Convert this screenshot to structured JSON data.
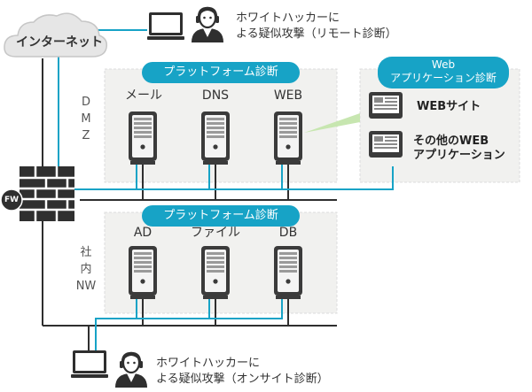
{
  "cloud": {
    "label": "インターネット"
  },
  "fw": {
    "label": "FW"
  },
  "zones": {
    "dmz": {
      "label_lines": [
        "D",
        "M",
        "Z"
      ]
    },
    "internal": {
      "label_lines": [
        "社",
        "内",
        "NW"
      ]
    }
  },
  "platform_diag": {
    "label": "プラットフォーム診断"
  },
  "dmz_servers": [
    "メール",
    "DNS",
    "WEB"
  ],
  "internal_servers": [
    "AD",
    "ファイル",
    "DB"
  ],
  "web_app_diag": {
    "title_line1": "Web",
    "title_line2": "アプリケーション診断"
  },
  "web_items": {
    "site": "WEBサイト",
    "other_line1": "その他のWEB",
    "other_line2": "アプリケーション"
  },
  "remote_hacker": {
    "line1": "ホワイトハッカーに",
    "line2": "よる疑似攻撃（リモート診断）"
  },
  "onsite_hacker": {
    "line1": "ホワイトハッカーに",
    "line2": "よる疑似攻撃（オンサイト診断）"
  },
  "colors": {
    "accent": "#17a3c6",
    "zone_bg": "#f1f1ef",
    "dark": "#2f2f2f"
  }
}
